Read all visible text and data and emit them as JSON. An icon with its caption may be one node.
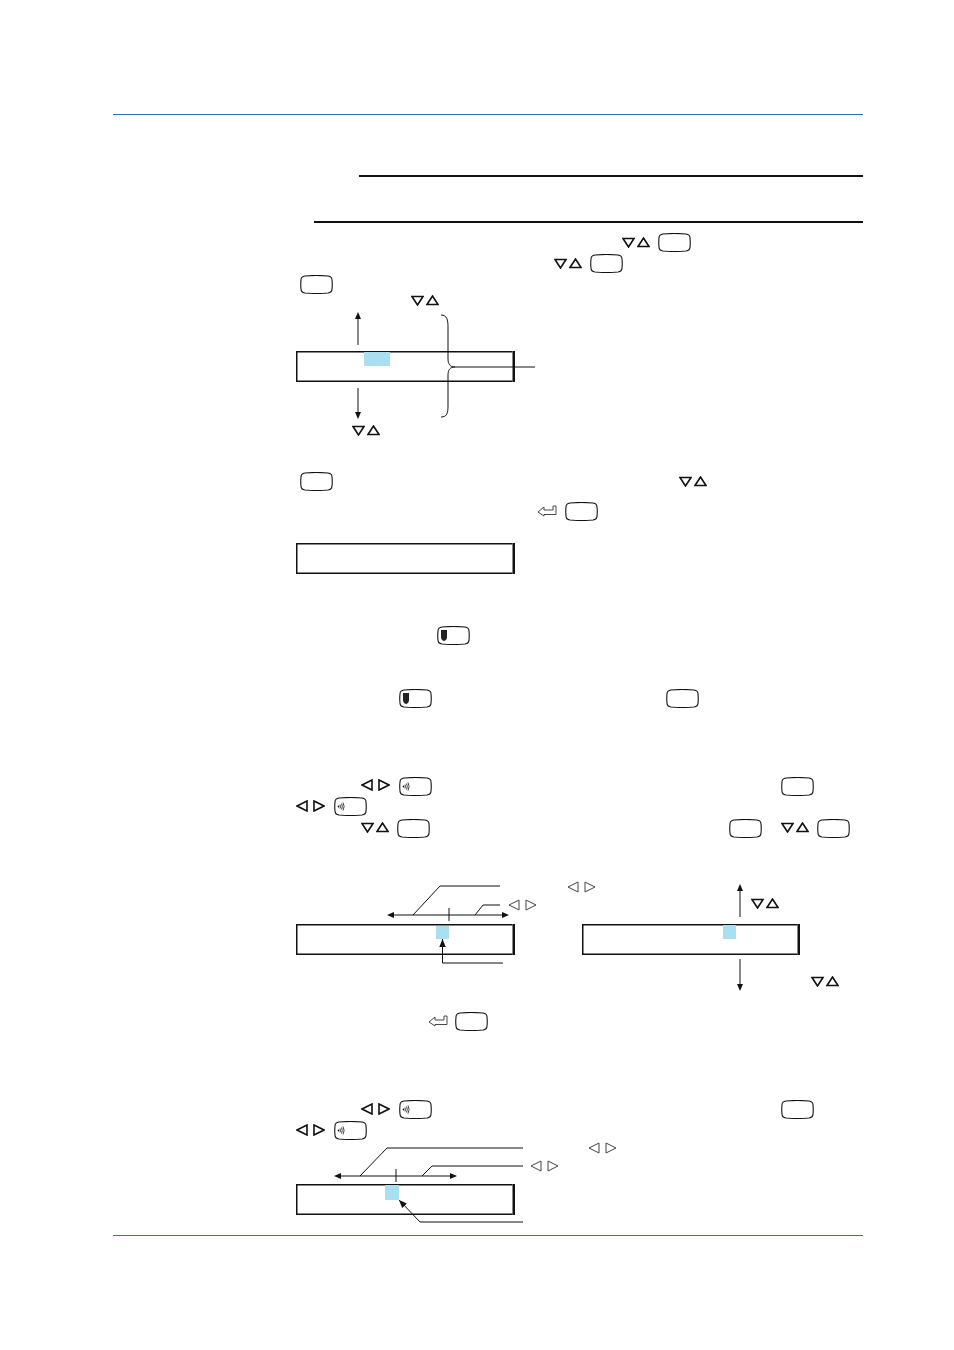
{
  "diagram": {
    "nodes": [
      {
        "text": [],
        "shape": "box"
      },
      {
        "text": [],
        "shape": "box",
        "in": 0
      },
      {
        "text": [],
        "shape": "box"
      },
      {
        "text": [],
        "shape": "box"
      },
      {
        "text": [],
        "shape": "box",
        "in": 3
      },
      {
        "text": [],
        "shape": "box"
      },
      {
        "text": [],
        "shape": "box",
        "in": 5
      },
      {
        "text": [],
        "shape": "box"
      },
      {
        "text": [],
        "shape": "box",
        "in": 7
      }
    ],
    "edges": [
      {
        "from": null,
        "to": 4,
        "arrow": "to"
      },
      {
        "from": null,
        "to": 8,
        "arrow": "to"
      }
    ]
  }
}
